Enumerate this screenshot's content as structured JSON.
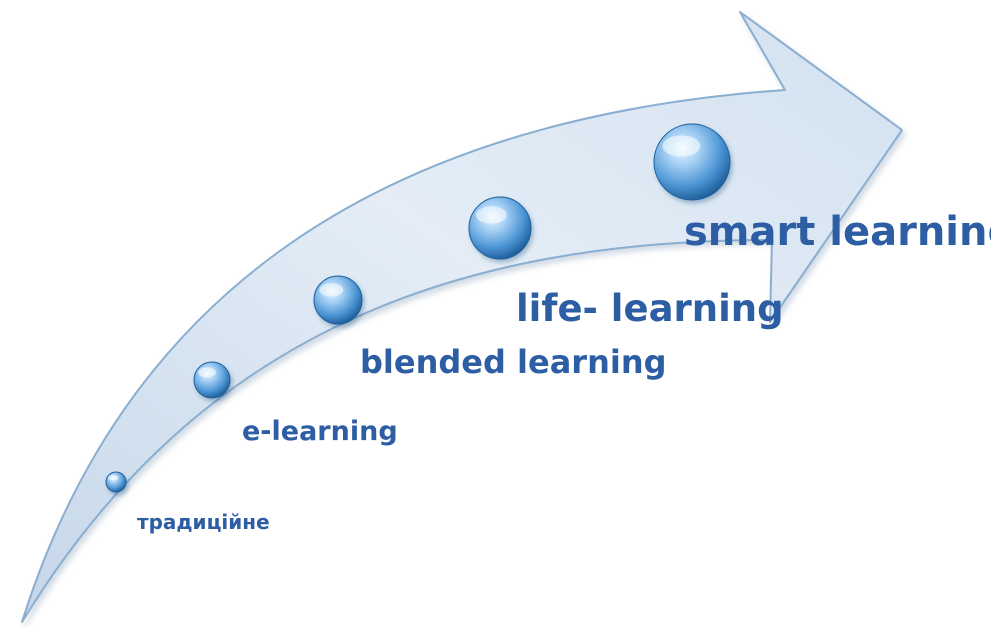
{
  "colors": {
    "arrow_fill_light": "#e4edf6",
    "arrow_fill_dark": "#c6d7ea",
    "arrow_outline": "#8aaed0",
    "sphere_light": "#cfe6fa",
    "sphere_mid": "#5da3de",
    "sphere_dark": "#1f5f9c",
    "label_text": "#2d5da3"
  },
  "stages": [
    {
      "label": "традиційне"
    },
    {
      "label": "e-learning"
    },
    {
      "label": "blended learning"
    },
    {
      "label": "life- learning"
    },
    {
      "label": "smart learning"
    }
  ]
}
